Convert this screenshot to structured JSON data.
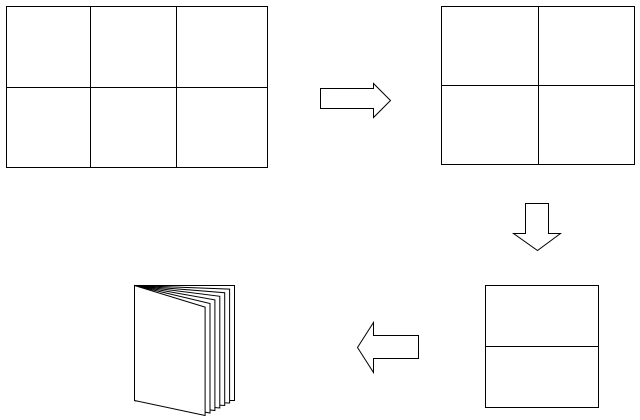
{
  "diagram": {
    "title": "",
    "steps": [
      {
        "id": "sheet-6-panels",
        "rows": 2,
        "cols": 3
      },
      {
        "id": "sheet-4-panels",
        "rows": 2,
        "cols": 2
      },
      {
        "id": "sheet-2-panels",
        "rows": 2,
        "cols": 1
      },
      {
        "id": "booklet",
        "pages": 7
      }
    ],
    "arrows": [
      "right",
      "down",
      "left"
    ],
    "colors": {
      "stroke": "#000000",
      "fill": "#ffffff"
    }
  }
}
